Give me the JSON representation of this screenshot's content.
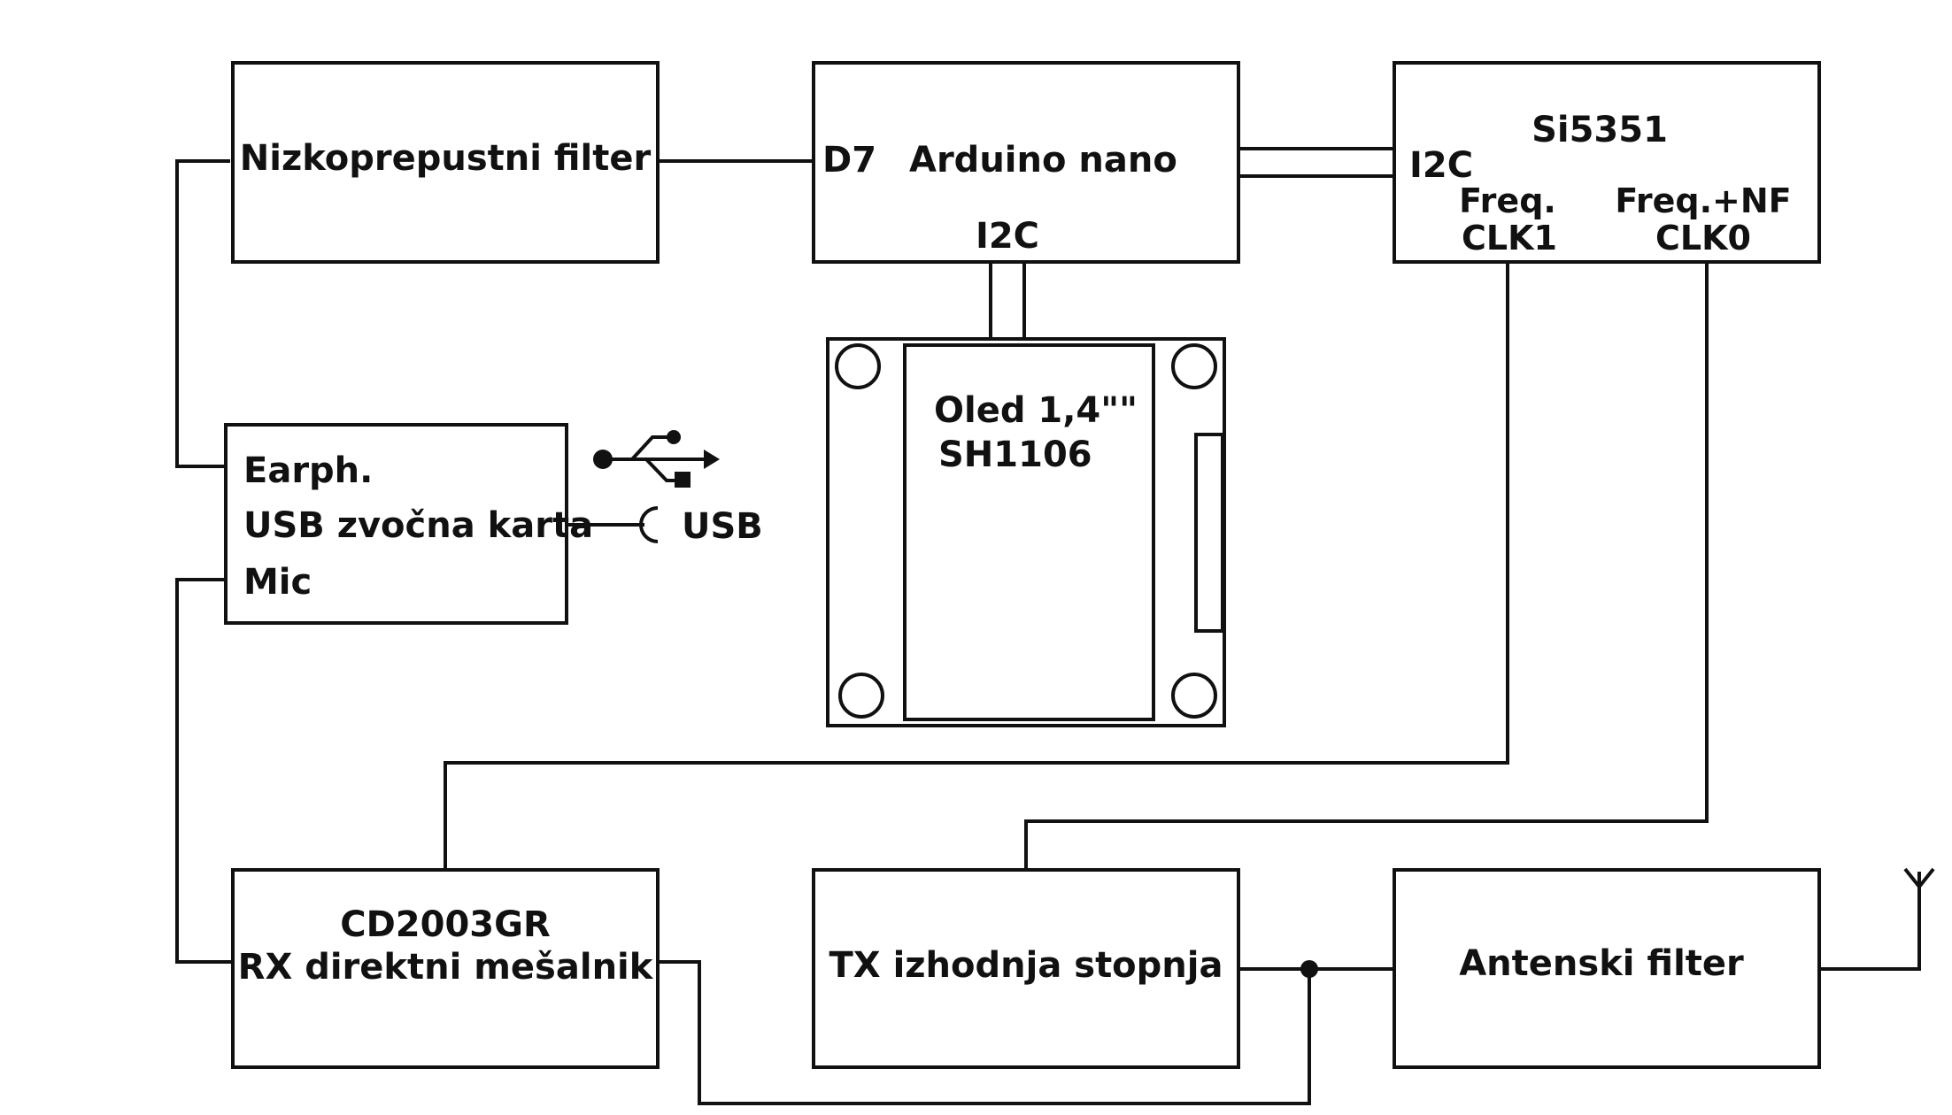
{
  "colors": {
    "line": "#111111",
    "background": "#ffffff"
  },
  "blocks": {
    "lowpass": {
      "label": "Nizkoprepustni filter"
    },
    "arduino": {
      "pin_d7": "D7",
      "label": "Arduino nano",
      "i2c": "I2C"
    },
    "si5351": {
      "label": "Si5351",
      "i2c": "I2C",
      "freq_left": "Freq.",
      "clk1": "CLK1",
      "freq_right": "Freq.+NF",
      "clk0": "CLK0"
    },
    "oled": {
      "line1": "Oled 1,4\"\"",
      "line2": "SH1106"
    },
    "soundcard": {
      "earph": "Earph.",
      "label": "USB zvočna karta",
      "mic": "Mic",
      "usb": "USB",
      "usb_icon": "usb-icon"
    },
    "rx": {
      "line1": "CD2003GR",
      "line2": "RX direktni mešalnik"
    },
    "tx": {
      "label": "TX izhodnja stopnja"
    },
    "antfilter": {
      "label": "Antenski filter",
      "antenna_icon": "antenna-icon"
    }
  }
}
